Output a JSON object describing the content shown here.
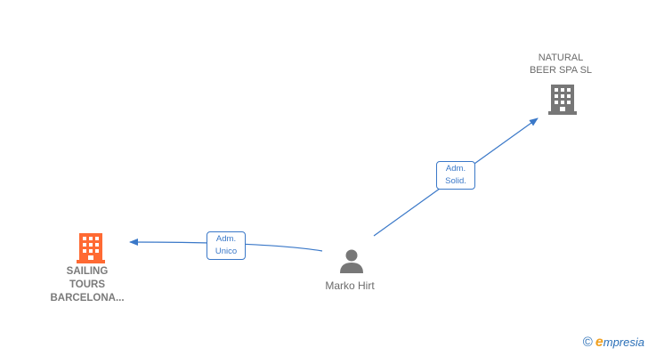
{
  "nodes": {
    "person": {
      "label": "Marko Hirt",
      "icon": "person-icon",
      "color": "#777777"
    },
    "company_top": {
      "label": "NATURAL\nBEER SPA  SL",
      "icon": "building-icon",
      "color": "#777777"
    },
    "company_left": {
      "label": "SAILING\nTOURS\nBARCELONA...",
      "icon": "building-icon",
      "color": "#ff6a33"
    }
  },
  "edges": [
    {
      "from": "person",
      "to": "company_top",
      "label": "Adm.\nSolid."
    },
    {
      "from": "person",
      "to": "company_left",
      "label": "Adm.\nUnico"
    }
  ],
  "colors": {
    "edge": "#3a78c8"
  },
  "watermark": {
    "copyright": "©",
    "brand_initial": "e",
    "brand_rest": "mpresia"
  }
}
